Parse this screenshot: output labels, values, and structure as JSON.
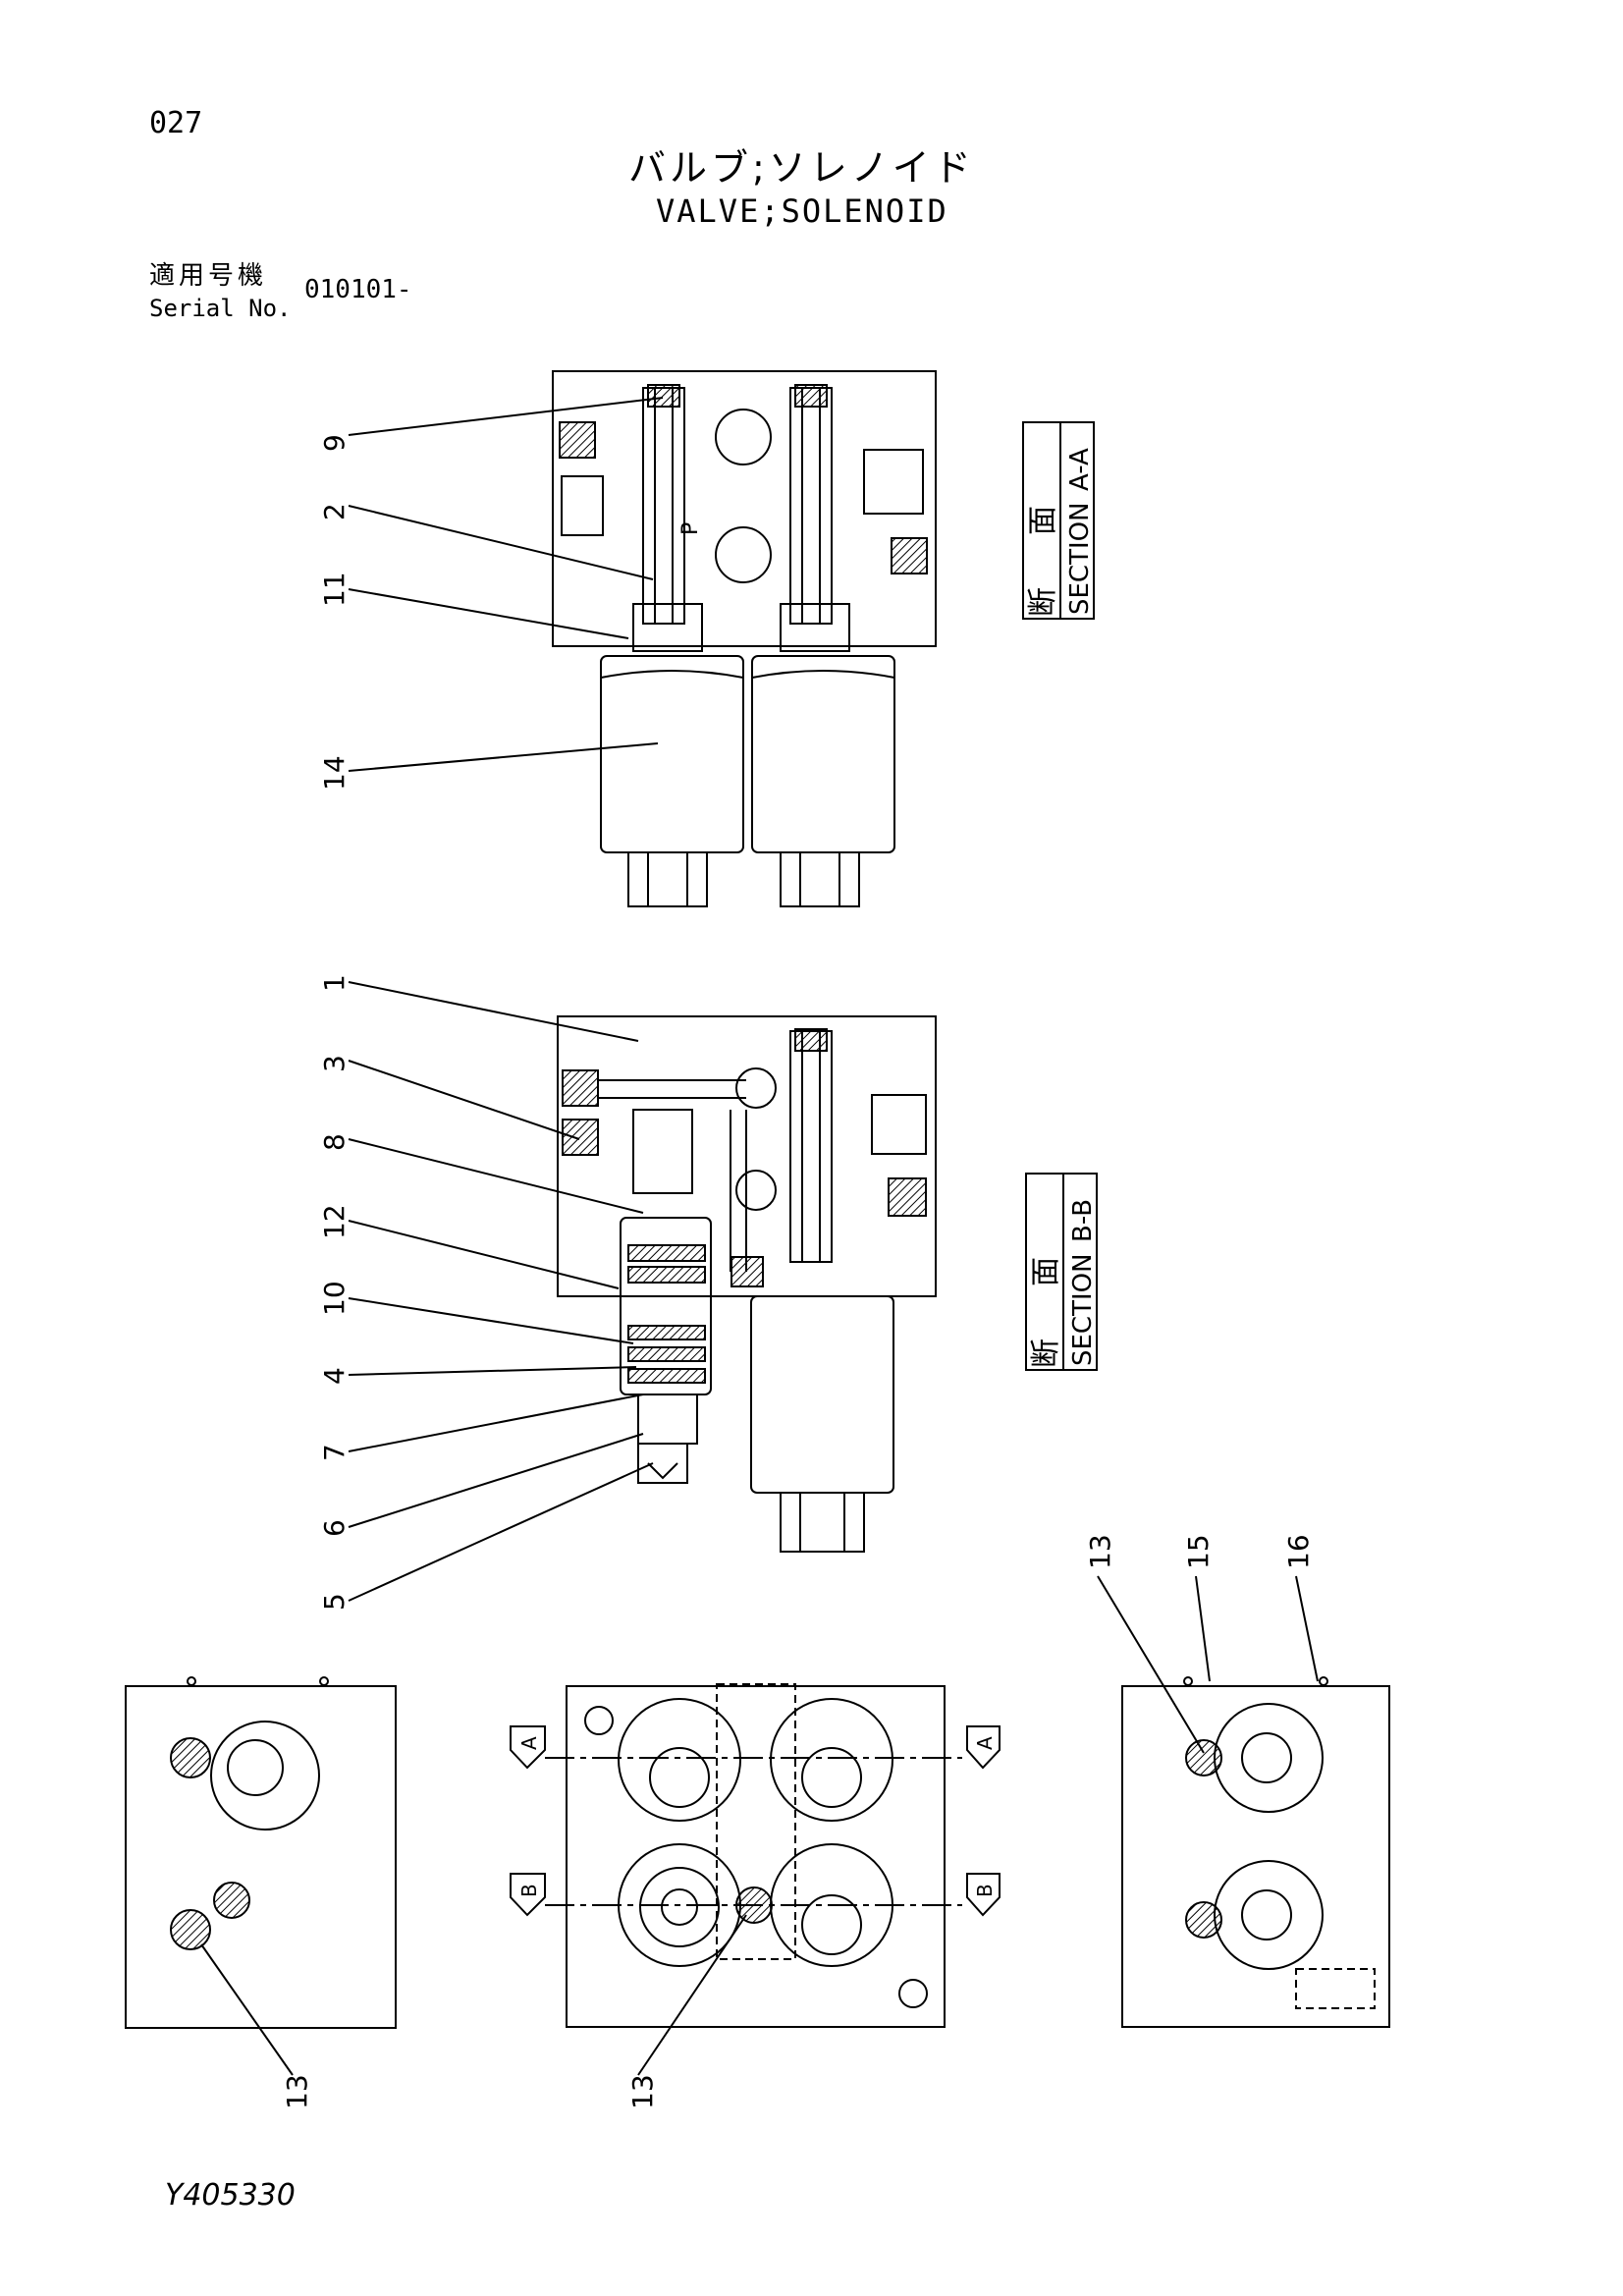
{
  "header": {
    "page_number": "027",
    "title_jp": "バルブ;ソレノイド",
    "title_en": "VALVE;SOLENOID",
    "serial_label_jp": "適用号機",
    "serial_label_en": "Serial No.",
    "serial_value": "010101-"
  },
  "sections": {
    "aa": {
      "kanji_1": "断",
      "kanji_2": "面",
      "word": "SECTION",
      "mark": "A-A"
    },
    "bb": {
      "kanji_1": "断",
      "kanji_2": "面",
      "word": "SECTION",
      "mark": "B-B"
    }
  },
  "port_label": "P",
  "section_markers": {
    "a": "A",
    "b": "B"
  },
  "callouts_section_aa": [
    "9",
    "2",
    "11",
    "14"
  ],
  "callouts_section_bb": [
    "1",
    "3",
    "8",
    "12",
    "10",
    "4",
    "7",
    "6",
    "5"
  ],
  "callouts_bottom": {
    "left_view": "13",
    "center_view": "13",
    "right_view": [
      "13",
      "15",
      "16"
    ]
  },
  "footer": {
    "doc_code": "Y405330"
  }
}
